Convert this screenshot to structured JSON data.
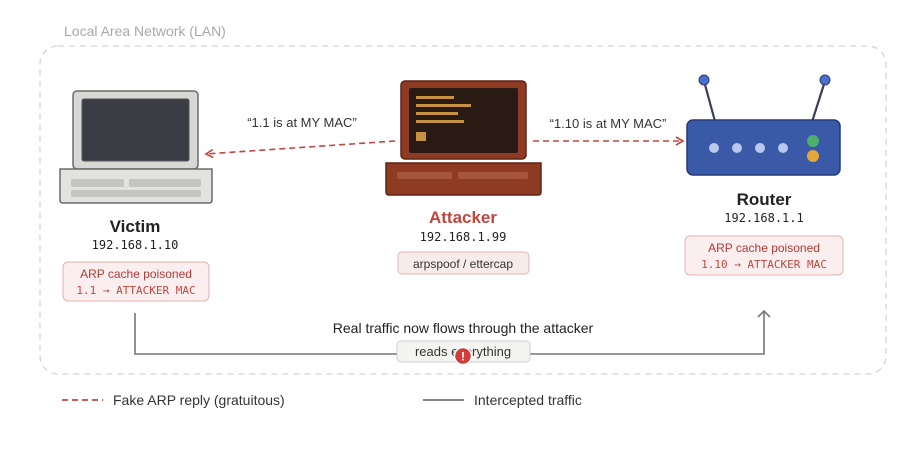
{
  "lan_label": "Local Area Network (LAN)",
  "victim": {
    "title": "Victim",
    "ip": "192.168.1.10",
    "badge_title": "ARP cache poisoned",
    "badge_sub": "1.1 → ATTACKER MAC"
  },
  "attacker": {
    "title": "Attacker",
    "ip": "192.168.1.99",
    "tool": "arpspoof / ettercap"
  },
  "router": {
    "title": "Router",
    "ip": "192.168.1.1",
    "badge_title": "ARP cache poisoned",
    "badge_sub": "1.10 → ATTACKER MAC"
  },
  "messages": {
    "to_victim": "“1.1 is at MY MAC”",
    "to_router": "“1.10 is at MY MAC”"
  },
  "flow": {
    "label": "Real traffic now flows through the attacker",
    "reads": "reads everything",
    "warning": "!"
  },
  "legend": {
    "fake_arp": "Fake ARP reply (gratuitous)",
    "intercepted": "Intercepted traffic"
  },
  "colors": {
    "accent": "#c0473f",
    "badge_bg": "#fbeeee",
    "router_blue": "#3a5aa8"
  }
}
